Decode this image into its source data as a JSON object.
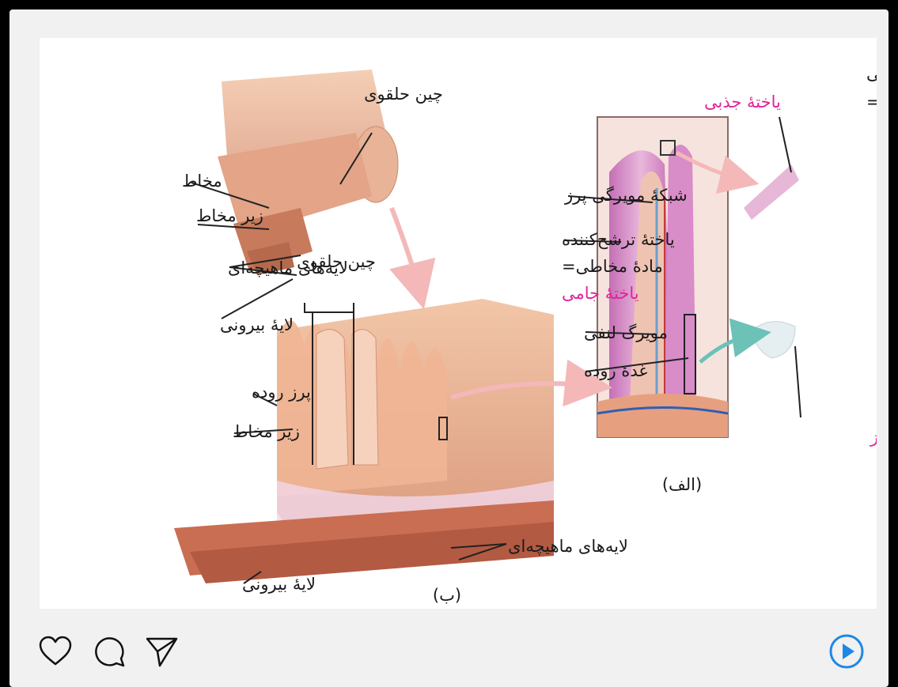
{
  "post": {
    "figure_labels": {
      "circular_fold_top": "چین حلقوی",
      "mucosa": "مخاط",
      "submucosa_top": "زیر مخاط",
      "muscle_layers_top": "لایه‌های ماهیچه‌ای",
      "outer_layer_top": "لایهٔ بیرونی",
      "circular_fold_mid": "چین حلقوی",
      "villi": "پرز روده",
      "submucosa_bottom": "زیر مخاط",
      "muscle_layers_bottom": "لایه‌های ماهیچه‌ای",
      "outer_layer_bottom": "لایهٔ بیرونی",
      "panel_b": "(ب)",
      "epithelial_cell_line1": "یاختهٔ پوششی",
      "epithelial_cell_line2a": "دارای ریزپرز =",
      "absorptive_cell": "یاختهٔ جذبی",
      "villus_capillary_network": "شبکهٔ مویرگی پرز",
      "mucus_cell_line1": "یاختهٔ ترشح‌کننده",
      "mucus_cell_line2": "مادهٔ مخاطی=",
      "goblet_cell": "یاختهٔ جامی",
      "lacteal": "مویرگ لنفی",
      "intestinal_gland": "غدهٔ روده",
      "endocrine_cell": "یاختهٔ درون‌ریز",
      "panel_a": "(الف)"
    }
  },
  "actions": {
    "like_icon": "heart-icon",
    "comment_icon": "comment-icon",
    "share_icon": "send-icon",
    "play_icon": "play-icon"
  },
  "colors": {
    "background": "#000000",
    "card": "#f1f1f1",
    "accent_pink": "#e0249a",
    "play_blue": "#1e88e5"
  }
}
